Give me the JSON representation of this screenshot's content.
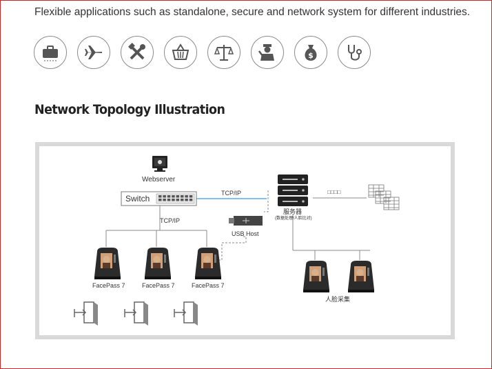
{
  "tagline": "Flexible applications such as standalone, secure and network system for different industries.",
  "industry_icons": [
    "briefcase-icon",
    "airplane-icon",
    "tools-icon",
    "shopping-basket-icon",
    "scales-icon",
    "security-guard-icon",
    "money-bag-icon",
    "stethoscope-icon"
  ],
  "section_title": "Network Topology Illustration",
  "diagram": {
    "webserver_label": "Webserver",
    "switch_label": "Switch",
    "tcpip_label_top": "TCP/IP",
    "tcpip_label_left": "TCP/IP",
    "usb_host_label": "USB Host",
    "server_label": "服务器",
    "server_sublabel": "(数据处理/人脸比对)",
    "data_label": "□□□□",
    "devices": [
      "FacePass 7",
      "FacePass 7",
      "FacePass 7"
    ],
    "enroll_label": "人脸采集"
  },
  "colors": {
    "accent_link": "#5aa9e6",
    "frame": "#d9d9d9",
    "device_body": "#2b2b2b"
  }
}
